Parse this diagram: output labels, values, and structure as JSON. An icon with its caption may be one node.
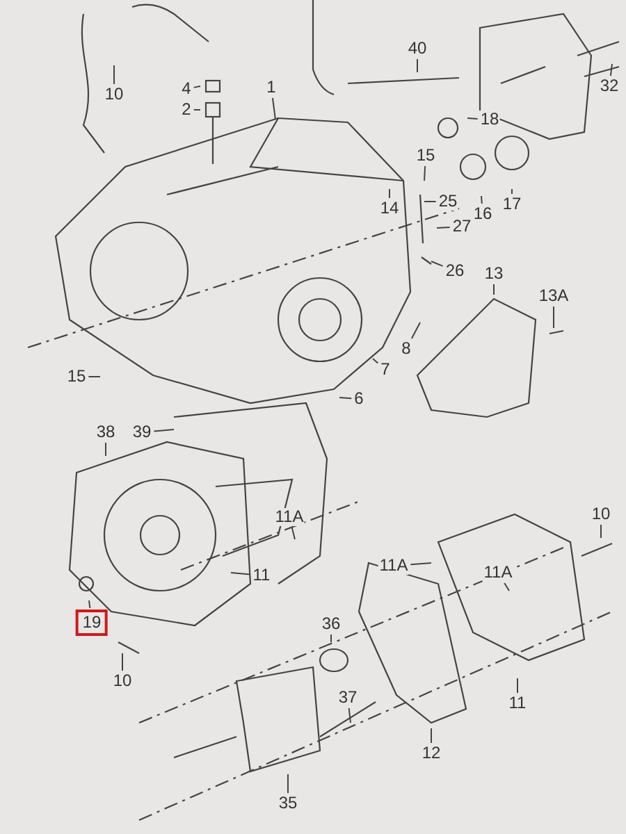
{
  "diagram": {
    "nodes": [
      {
        "text": [
          "40"
        ]
      },
      {
        "text": [
          "32"
        ]
      },
      {
        "text": [
          "1"
        ]
      },
      {
        "text": [
          "10"
        ]
      },
      {
        "text": [
          "4"
        ]
      },
      {
        "text": [
          "2"
        ]
      },
      {
        "text": [
          "18"
        ]
      },
      {
        "text": [
          "15"
        ]
      },
      {
        "text": [
          "14"
        ]
      },
      {
        "text": [
          "25"
        ]
      },
      {
        "text": [
          "16"
        ]
      },
      {
        "text": [
          "17"
        ]
      },
      {
        "text": [
          "27"
        ]
      },
      {
        "text": [
          "26"
        ]
      },
      {
        "text": [
          "13"
        ]
      },
      {
        "text": [
          "13A"
        ]
      },
      {
        "text": [
          "8"
        ]
      },
      {
        "text": [
          "7"
        ]
      },
      {
        "text": [
          "6"
        ]
      },
      {
        "text": [
          "15"
        ]
      },
      {
        "text": [
          "38"
        ]
      },
      {
        "text": [
          "39"
        ]
      },
      {
        "text": [
          "10"
        ]
      },
      {
        "text": [
          "11A"
        ]
      },
      {
        "text": [
          "11"
        ]
      },
      {
        "text": [
          "11A"
        ]
      },
      {
        "text": [
          "11A"
        ]
      },
      {
        "text": [
          "19"
        ]
      },
      {
        "text": [
          "36"
        ]
      },
      {
        "text": [
          "10"
        ]
      },
      {
        "text": [
          "37"
        ]
      },
      {
        "text": [
          "11"
        ]
      },
      {
        "text": [
          "12"
        ]
      },
      {
        "text": [
          "35"
        ]
      }
    ],
    "edges": [
      {
        "from": 0,
        "to": null,
        "arrow": "none"
      },
      {
        "from": 1,
        "to": null,
        "arrow": "none"
      },
      {
        "from": 2,
        "to": null,
        "arrow": "none"
      },
      {
        "from": 3,
        "to": null,
        "arrow": "none"
      },
      {
        "from": 4,
        "to": null,
        "arrow": "none"
      },
      {
        "from": 5,
        "to": null,
        "arrow": "none"
      },
      {
        "from": 6,
        "to": null,
        "arrow": "none"
      },
      {
        "from": 7,
        "to": null,
        "arrow": "none"
      },
      {
        "from": 8,
        "to": null,
        "arrow": "none"
      },
      {
        "from": 9,
        "to": null,
        "arrow": "none"
      },
      {
        "from": 10,
        "to": null,
        "arrow": "none"
      },
      {
        "from": 11,
        "to": null,
        "arrow": "none"
      },
      {
        "from": 12,
        "to": null,
        "arrow": "none"
      },
      {
        "from": 13,
        "to": null,
        "arrow": "none"
      },
      {
        "from": 14,
        "to": null,
        "arrow": "none"
      },
      {
        "from": 15,
        "to": null,
        "arrow": "none"
      },
      {
        "from": 16,
        "to": null,
        "arrow": "none"
      },
      {
        "from": 17,
        "to": null,
        "arrow": "none"
      },
      {
        "from": 18,
        "to": null,
        "arrow": "none"
      },
      {
        "from": 19,
        "to": null,
        "arrow": "none"
      },
      {
        "from": 20,
        "to": null,
        "arrow": "none"
      },
      {
        "from": 21,
        "to": null,
        "arrow": "none"
      },
      {
        "from": 22,
        "to": null,
        "arrow": "none"
      },
      {
        "from": 23,
        "to": null,
        "arrow": "none"
      },
      {
        "from": 24,
        "to": null,
        "arrow": "none"
      },
      {
        "from": 25,
        "to": null,
        "arrow": "none"
      },
      {
        "from": 26,
        "to": null,
        "arrow": "none"
      },
      {
        "from": 27,
        "to": null,
        "arrow": "none"
      },
      {
        "from": 28,
        "to": null,
        "arrow": "none"
      },
      {
        "from": 29,
        "to": null,
        "arrow": "none"
      },
      {
        "from": 30,
        "to": null,
        "arrow": "none"
      },
      {
        "from": 31,
        "to": null,
        "arrow": "none"
      },
      {
        "from": 32,
        "to": null,
        "arrow": "none"
      },
      {
        "from": 33,
        "to": null,
        "arrow": "none"
      }
    ]
  }
}
